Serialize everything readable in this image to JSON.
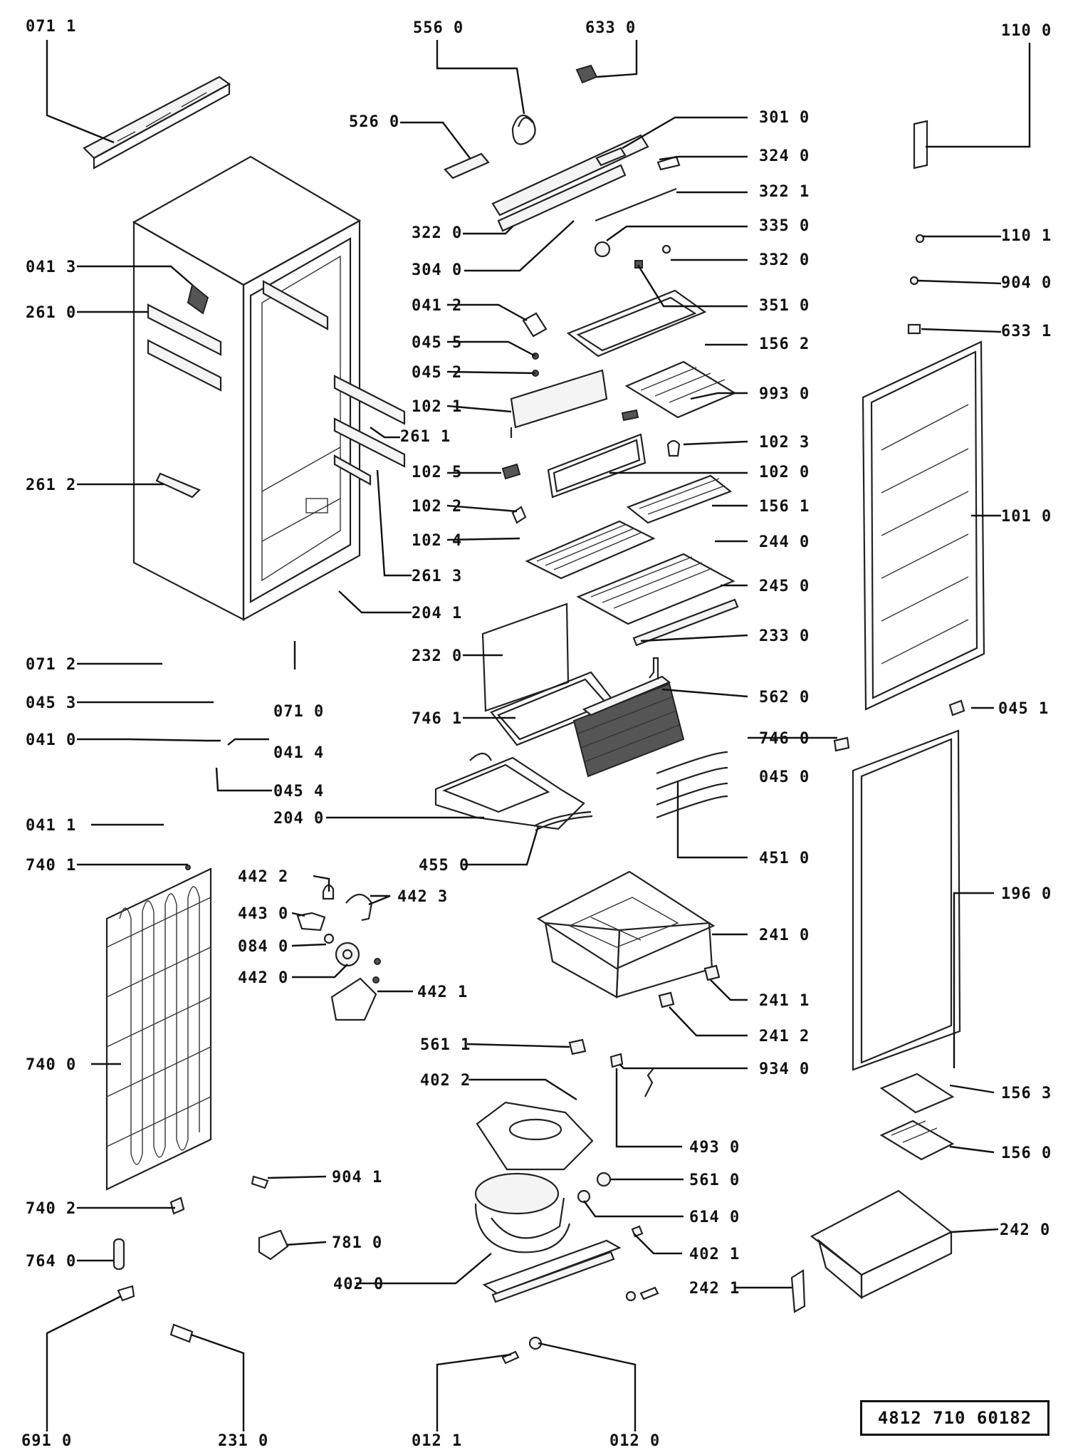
{
  "document_number": "4812  710  60182",
  "labels": [
    "071 1",
    "556 0",
    "633 0",
    "110 0",
    "526 0",
    "301 0",
    "324 0",
    "322 1",
    "322 0",
    "335 0",
    "110 1",
    "304 0",
    "332 0",
    "904 0",
    "041 3",
    "261 0",
    "041 2",
    "351 0",
    "633 1",
    "045 5",
    "156 2",
    "045 2",
    "102 1",
    "993 0",
    "261 1",
    "102 3",
    "102 5",
    "102 0",
    "261 2",
    "102 2",
    "156 1",
    "101 0",
    "102 4",
    "244 0",
    "261 3",
    "245 0",
    "204 1",
    "233 0",
    "071 2",
    "232 0",
    "071 0",
    "562 0",
    "045 3",
    "746 1",
    "045 1",
    "041 0",
    "041 4",
    "746 0",
    "045 0",
    "045 4",
    "041 1",
    "204 0",
    "740 1",
    "455 0",
    "451 0",
    "442 2",
    "442 3",
    "196 0",
    "443 0",
    "084 0",
    "241 0",
    "442 0",
    "442 1",
    "241 1",
    "740 0",
    "241 2",
    "561 1",
    "934 0",
    "402 2",
    "156 3",
    "493 0",
    "156 0",
    "904 1",
    "561 0",
    "740 2",
    "614 0",
    "242 0",
    "781 0",
    "402 1",
    "764 0",
    "402 0",
    "242 1",
    "691 0",
    "231 0",
    "012 1",
    "012 0"
  ]
}
